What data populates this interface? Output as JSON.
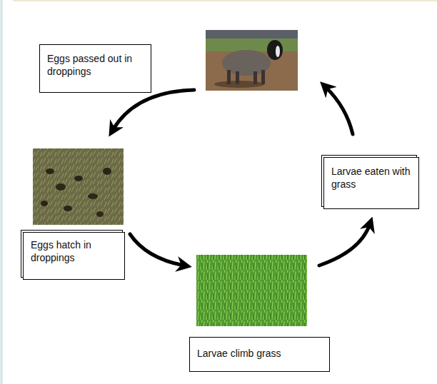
{
  "diagram": {
    "nodes": [
      {
        "text": [
          "Eggs passed out in droppings"
        ]
      },
      {
        "text": [
          "Eggs hatch in droppings"
        ]
      },
      {
        "text": [
          "Larvae climb grass"
        ]
      },
      {
        "text": [
          "Larvae eaten with grass"
        ]
      }
    ]
  }
}
